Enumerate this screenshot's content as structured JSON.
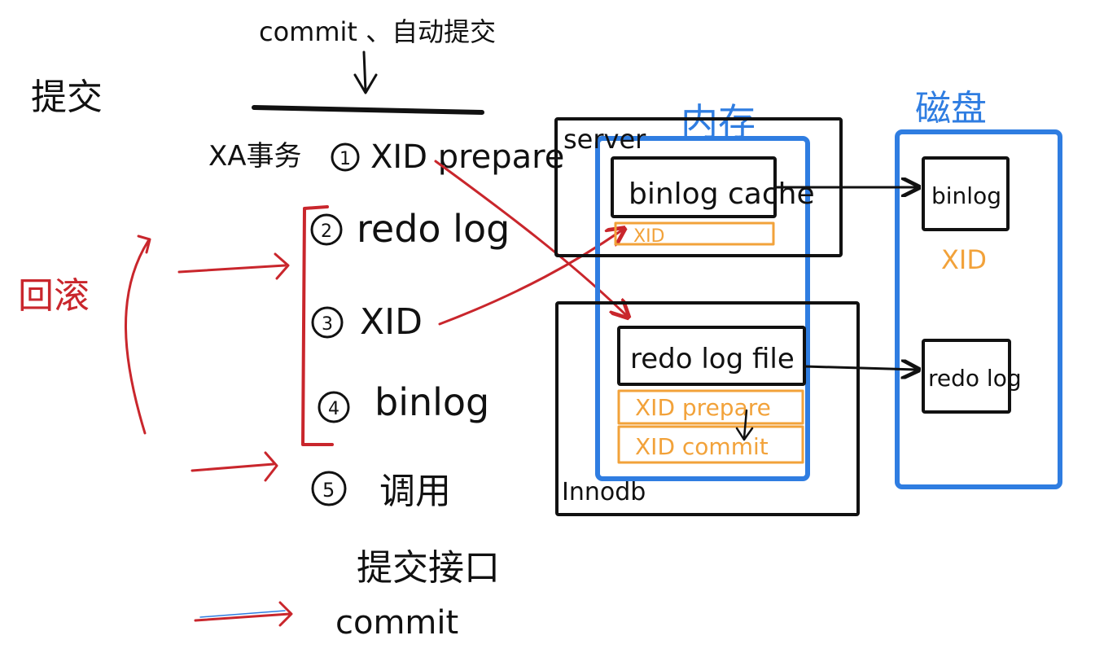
{
  "colors": {
    "ink": "#111111",
    "memory_blue": "#2f7de1",
    "xid_orange": "#f2a23a",
    "rollback_red": "#c9262c",
    "background": "#ffffff"
  },
  "header": {
    "trigger_label": "commit 、自动提交"
  },
  "left_margin": {
    "submit_label": "提交",
    "rollback_label": "回滚"
  },
  "steps": [
    {
      "number": "1",
      "prefix": "XA事务",
      "label": "XID prepare"
    },
    {
      "number": "2",
      "label": "redo log"
    },
    {
      "number": "3",
      "label": "XID"
    },
    {
      "number": "4",
      "label": "binlog"
    },
    {
      "number": "5",
      "label": "调用",
      "sublabel": "提交接口"
    }
  ],
  "final_label": "commit",
  "memory": {
    "title": "内存",
    "server": {
      "label": "server",
      "binlog_cache": "binlog cache",
      "xid": "XID"
    },
    "innodb": {
      "label": "Innodb",
      "redo_log_file": "redo log file",
      "xid_prepare": "XID prepare",
      "xid_commit": "XID commit"
    }
  },
  "disk": {
    "title": "磁盘",
    "binlog": "binlog",
    "binlog_xid": "XID",
    "redo_log": "redo log"
  },
  "icons": {
    "down_arrow": "down-arrow-icon",
    "bracket": "bracket-icon",
    "rollback_arrow": "curved-arrow-icon"
  }
}
